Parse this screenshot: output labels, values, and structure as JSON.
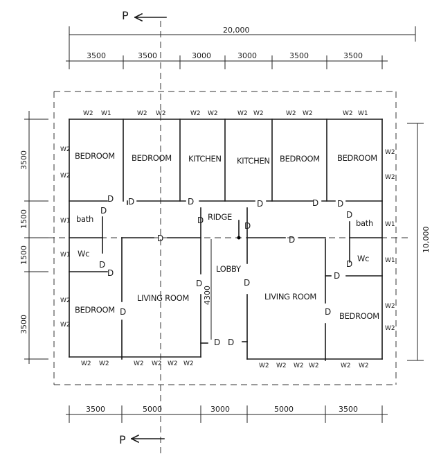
{
  "section_marker": {
    "top": "P",
    "bottom": "P"
  },
  "overall_width": "20,000",
  "overall_depth": "10,000",
  "top_dims": [
    "3500",
    "3500",
    "3000",
    "3000",
    "3500",
    "3500"
  ],
  "bottom_dims": [
    "3500",
    "5000",
    "3000",
    "5000",
    "3500"
  ],
  "left_dims": [
    "3500",
    "1500",
    "1500",
    "3500"
  ],
  "lobby_dim": "4300",
  "rooms": [
    "BEDROOM",
    "BEDROOM",
    "KITCHEN",
    "KITCHEN",
    "BEDROOM",
    "BEDROOM",
    "bath",
    "Wc",
    "bath",
    "Wc",
    "RIDGE",
    "LOBBY",
    "LIVING ROOM",
    "LIVING ROOM",
    "BEDROOM",
    "BEDROOM"
  ],
  "doors": [
    "D",
    "D",
    "D",
    "D",
    "D",
    "D",
    "D",
    "D",
    "D",
    "D",
    "D",
    "D",
    "D",
    "D",
    "D",
    "D",
    "D",
    "D",
    "D",
    "D",
    "D",
    "D"
  ],
  "windows": [
    "W2",
    "W1",
    "W2",
    "W2",
    "W2",
    "W2",
    "W2",
    "W2",
    "W2",
    "W2",
    "W2",
    "W1",
    "W2",
    "W2",
    "W1",
    "W1",
    "W2",
    "W2",
    "W2",
    "W2",
    "W1",
    "W1",
    "W2",
    "W2",
    "W2",
    "W2",
    "W2",
    "W2",
    "W2",
    "W2",
    "W2",
    "W2",
    "W2",
    "W2",
    "W2",
    "W2"
  ]
}
